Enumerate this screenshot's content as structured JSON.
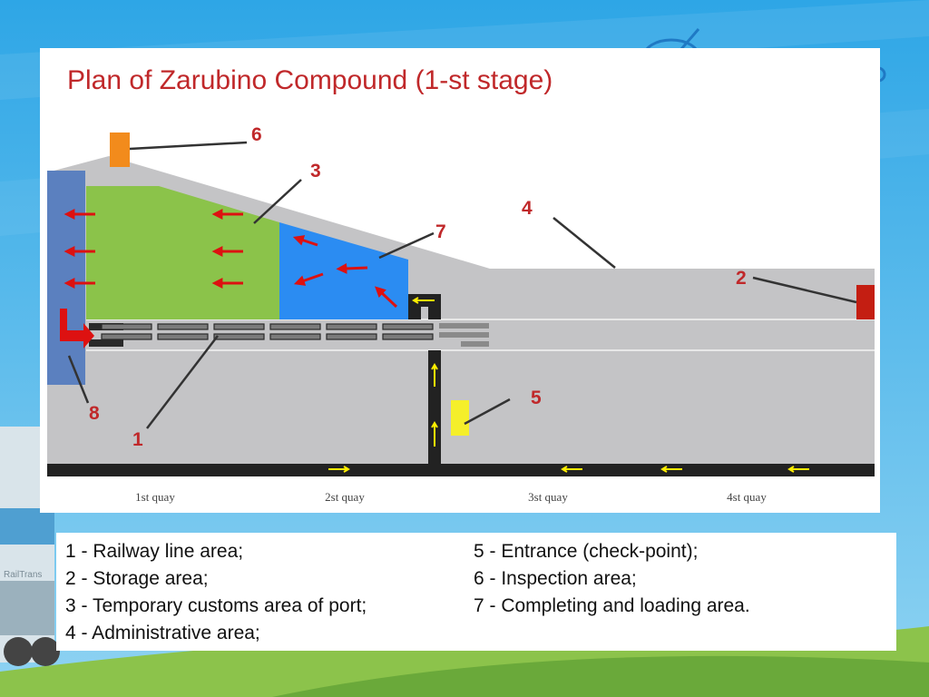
{
  "title": "Plan of Zarubino Compound (1-st stage)",
  "callouts": [
    "1",
    "2",
    "3",
    "4",
    "5",
    "6",
    "7",
    "8"
  ],
  "quays": [
    "1st quay",
    "2st quay",
    "3st quay",
    "4st quay"
  ],
  "watermark": "RailTrans",
  "legend": {
    "left": [
      "1 - Railway line area;",
      "2 - Storage area;",
      "3 - Temporary customs area of port;",
      "4 - Administrative area;"
    ],
    "right": [
      "5 -  Entrance (check-point);",
      "6 -  Inspection area;",
      "7 -  Completing and loading area."
    ]
  },
  "colors": {
    "title": "#c0282a",
    "yard": "#c4c4c6",
    "railway_bar": "#5b80bf",
    "customs_area": "#8bc34a",
    "loading_area": "#2b8cf2",
    "storage": "#c41e12",
    "inspection": "#f28b1c",
    "checkpoint": "#f5ef2a",
    "road": "#222222",
    "arrow_red": "#dd1111",
    "arrow_yellow": "#ffee00"
  }
}
